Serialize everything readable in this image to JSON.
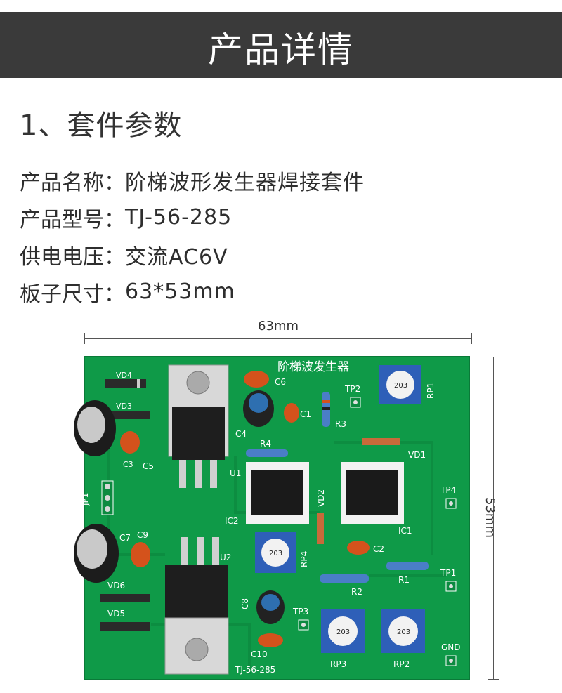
{
  "header": {
    "title": "产品详情",
    "bg_color": "#3a3a3a"
  },
  "section": {
    "title": "1、套件参数"
  },
  "specs": [
    {
      "label": "产品名称：",
      "value": "阶梯波形发生器焊接套件"
    },
    {
      "label": "产品型号：",
      "value": "TJ-56-285"
    },
    {
      "label": "供电电压：",
      "value": "交流AC6V"
    },
    {
      "label": "板子尺寸：",
      "value": "63*53mm"
    }
  ],
  "dimensions": {
    "width_label": "63mm",
    "height_label": "53mm"
  },
  "board": {
    "color": "#0f9a48",
    "silkscreen": {
      "title": "阶梯波发生器",
      "model": "TJ-56-285",
      "labels": {
        "vd4": "VD4",
        "vd3": "VD3",
        "c6": "C6",
        "c1": "C1",
        "c4": "C4",
        "tp2": "TP2",
        "r3": "R3",
        "rp1": "RP1",
        "r4": "R4",
        "vd1": "VD1",
        "c5": "C5",
        "c3": "C3",
        "u1": "U1",
        "jp1": "JP1",
        "tp4": "TP4",
        "ic2": "IC2",
        "vd2": "VD2",
        "ic1": "IC1",
        "c7": "C7",
        "c9": "C9",
        "u2": "U2",
        "rp4": "RP4",
        "c2": "C2",
        "r1": "R1",
        "tp1": "TP1",
        "vd6": "VD6",
        "vd5": "VD5",
        "c8": "C8",
        "tp3": "TP3",
        "r2": "R2",
        "c10": "C10",
        "rp3": "RP3",
        "rp2": "RP2",
        "gnd": "GND"
      },
      "pot_codes": {
        "rp1": "203",
        "rp4": "203",
        "rp3": "203",
        "rp2": "203"
      }
    }
  }
}
